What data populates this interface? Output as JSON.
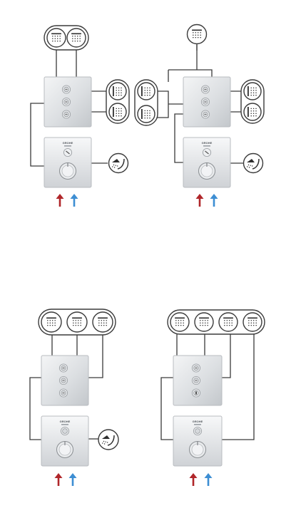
{
  "brand_text": "GROHE",
  "colors": {
    "hot_arrow": "#b0262a",
    "cold_arrow": "#3d8ed3",
    "panel_light": "#f4f5f6",
    "panel_mid": "#dcdfe2",
    "panel_dark": "#c3c7cb",
    "line": "#3a3a3a"
  },
  "icons": {
    "head_shower": "overhead-shower-icon",
    "side_jet": "body-jet-icon",
    "hand_shower": "hand-shower-icon",
    "hot_water": "hot-water-arrow-icon",
    "cold_water": "cold-water-arrow-icon"
  },
  "diagrams": [
    {
      "id": "two-heads-four-jets-hand-shower",
      "diverter_buttons": 3,
      "outlets": [
        "overhead-shower",
        "overhead-shower",
        "body-jet",
        "body-jet",
        "hand-shower"
      ]
    },
    {
      "id": "one-head-four-jets-hand-shower",
      "diverter_buttons": 3,
      "outlets": [
        "overhead-shower",
        "body-jet",
        "body-jet",
        "body-jet",
        "body-jet",
        "hand-shower"
      ]
    },
    {
      "id": "three-heads-hand-shower",
      "diverter_buttons": 3,
      "outlets": [
        "overhead-shower",
        "overhead-shower",
        "overhead-shower",
        "hand-shower"
      ]
    },
    {
      "id": "four-heads",
      "diverter_buttons": 3,
      "outlets": [
        "overhead-shower",
        "overhead-shower",
        "overhead-shower",
        "overhead-shower"
      ]
    }
  ]
}
